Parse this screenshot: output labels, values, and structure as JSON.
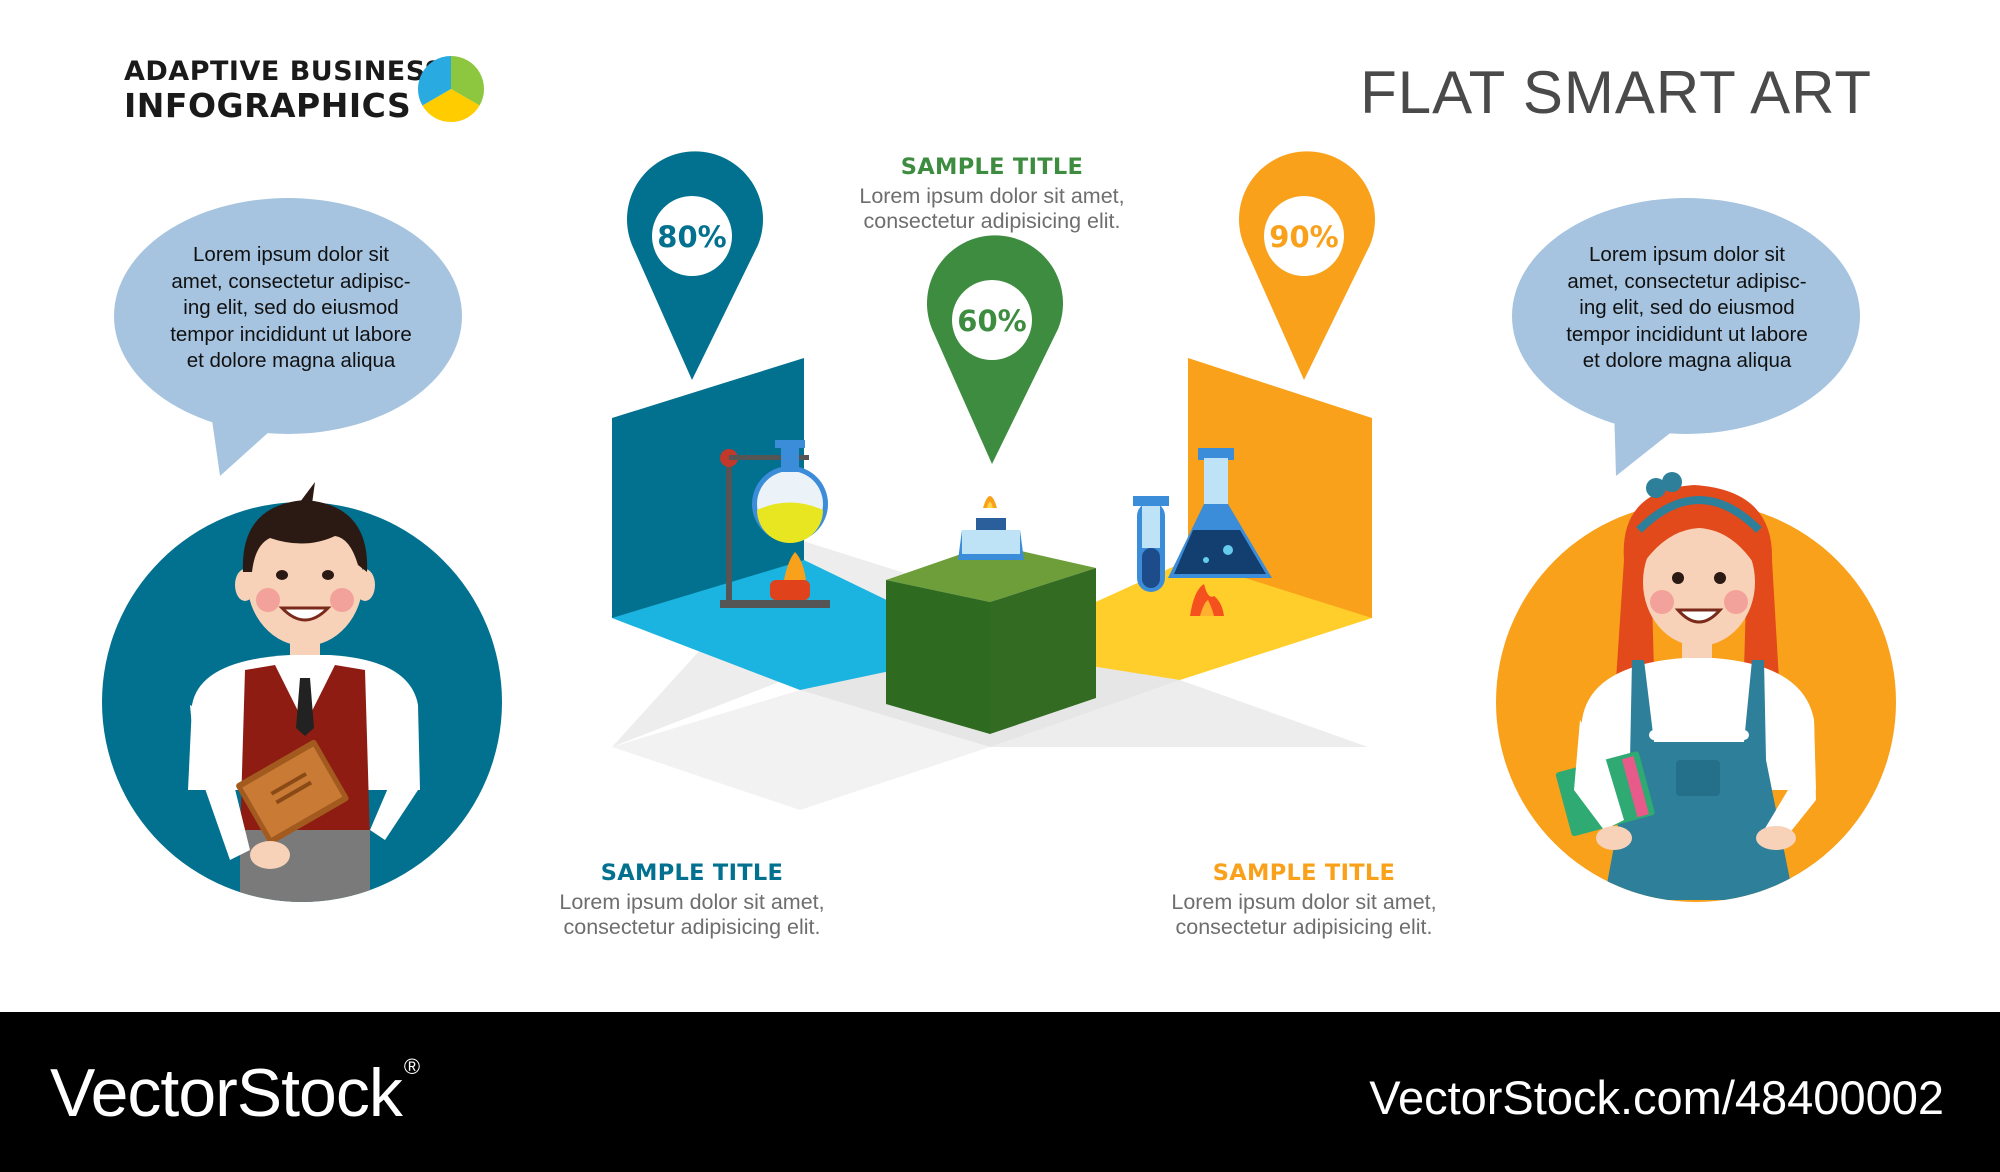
{
  "brand": {
    "line1": "ADAPTIVE BUSINESS",
    "line2": "INFOGRAPHICS",
    "logo_colors": [
      "#29ABE2",
      "#8DC63F",
      "#FFCC00"
    ]
  },
  "title": "FLAT SMART ART",
  "speech_bubbles": [
    {
      "text": "Lorem ipsum dolor sit amet, consectetur adipisc-ing elit, sed do eiusmod tempor incididunt ut labore et dolore magna aliqua",
      "lines": [
        "Lorem ipsum dolor sit",
        "amet, consectetur adipisc-",
        "ing elit, sed do eiusmod",
        "tempor incididunt ut labore",
        "et dolore magna aliqua"
      ]
    },
    {
      "lines": [
        "Lorem ipsum dolor sit",
        "amet, consectetur adipisc-",
        "ing elit, sed do eiusmod",
        "tempor incididunt ut labore",
        "et dolore magna aliqua"
      ]
    }
  ],
  "characters": [
    {
      "name": "boy",
      "icon": "boy-student-icon",
      "circle_color": "#01718F"
    },
    {
      "name": "girl",
      "icon": "girl-student-icon",
      "circle_color": "#F9A11B"
    }
  ],
  "pins": [
    {
      "label": "80%",
      "value": 80,
      "color": "#01718F",
      "icon": "map-pin-icon"
    },
    {
      "label": "60%",
      "value": 60,
      "color": "#3D8C40",
      "icon": "map-pin-icon"
    },
    {
      "label": "90%",
      "value": 90,
      "color": "#F9A11B",
      "icon": "map-pin-icon"
    }
  ],
  "blocks": [
    {
      "title": "SAMPLE TITLE",
      "color": "#3D8C40",
      "line1": "Lorem ipsum dolor sit amet,",
      "line2": "consectetur adipisicing elit."
    },
    {
      "title": "SAMPLE TITLE",
      "color": "#01718F",
      "line1": "Lorem ipsum dolor sit amet,",
      "line2": "consectetur adipisicing elit."
    },
    {
      "title": "SAMPLE TITLE",
      "color": "#F9A11B",
      "line1": "Lorem ipsum dolor sit amet,",
      "line2": "consectetur adipisicing elit."
    }
  ],
  "lab_icons": [
    "flask-stand-icon",
    "bunsen-burner-icon",
    "spirit-lamp-icon",
    "test-tube-icon",
    "conical-flask-icon"
  ],
  "footer": {
    "brand": "VectorStock",
    "url": "VectorStock.com/48400002",
    "trademark": "®"
  }
}
